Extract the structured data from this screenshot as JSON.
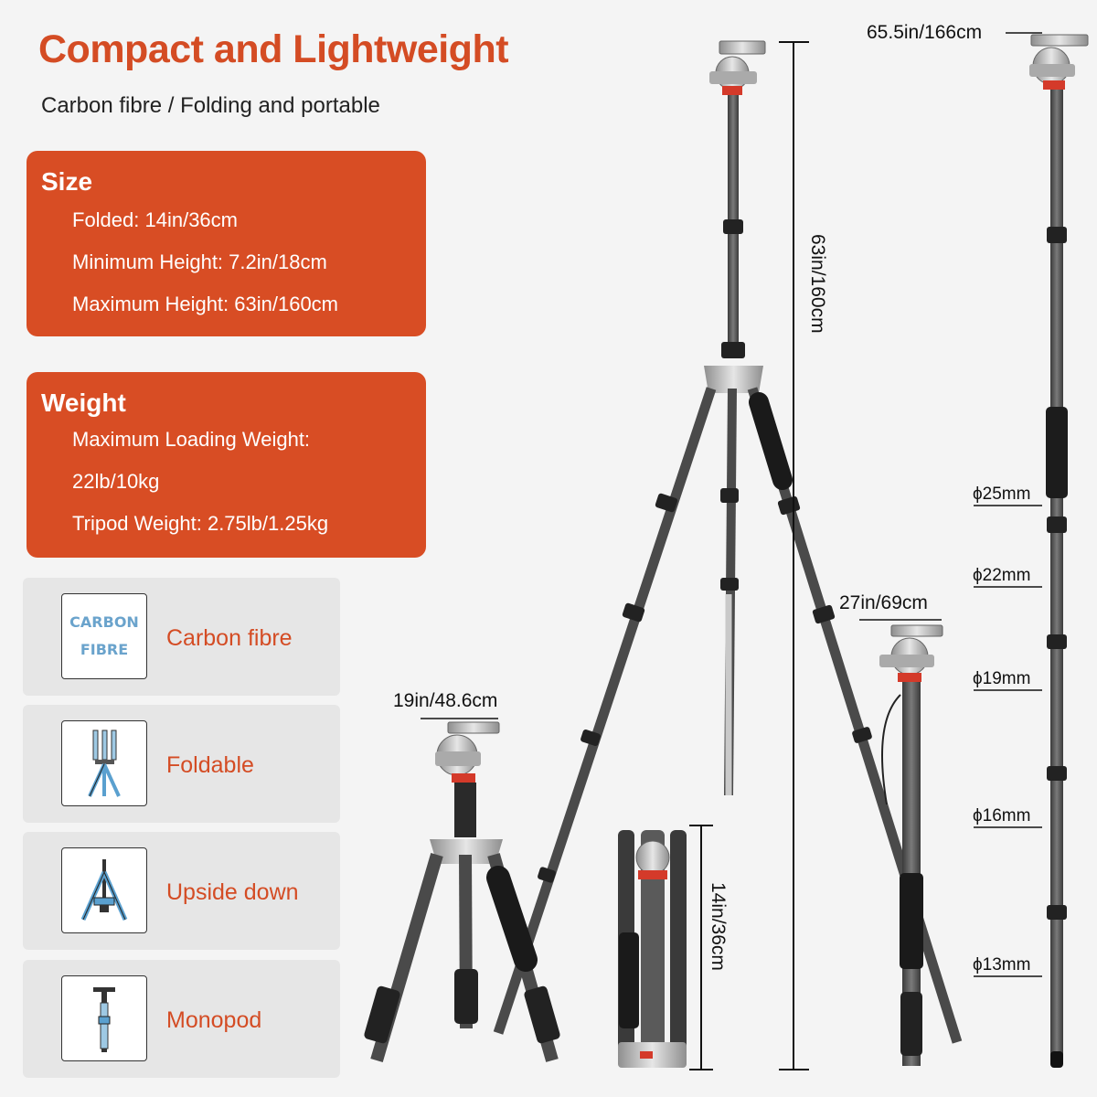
{
  "header": {
    "title": "Compact and Lightweight",
    "subtitle": "Carbon fibre  /  Folding and portable"
  },
  "size_card": {
    "heading": "Size",
    "lines": [
      "Folded: 14in/36cm",
      "Minimum Height: 7.2in/18cm",
      "Maximum Height: 63in/160cm"
    ]
  },
  "weight_card": {
    "heading": "Weight",
    "lines": [
      "Maximum Loading Weight:",
      "22lb/10kg",
      "Tripod Weight: 2.75lb/1.25kg"
    ]
  },
  "features": [
    {
      "label": "Carbon fibre",
      "icon": "carbon-fibre-icon",
      "icon_text": [
        "CARBON",
        "FIBRE"
      ]
    },
    {
      "label": "Foldable",
      "icon": "foldable-tripod-icon"
    },
    {
      "label": "Upside down",
      "icon": "upside-down-tripod-icon"
    },
    {
      "label": "Monopod",
      "icon": "monopod-icon"
    }
  ],
  "dimensions": {
    "max_height": "63in/160cm",
    "monopod_height": "65.5in/166cm",
    "mid_height": "19in/48.6cm",
    "folded_height": "14in/36cm",
    "monopod_short_height": "27in/69cm"
  },
  "tube_diameters": [
    "ϕ25mm",
    "ϕ22mm",
    "ϕ19mm",
    "ϕ16mm",
    "ϕ13mm"
  ],
  "colors": {
    "accent": "#d84d24",
    "title": "#d44c24",
    "card_text": "#ffffff",
    "feature_bg": "#e6e6e6",
    "tripod_carbon": "#555555",
    "tripod_metal": "#b8b8b8",
    "red_ring": "#d43a2a"
  }
}
